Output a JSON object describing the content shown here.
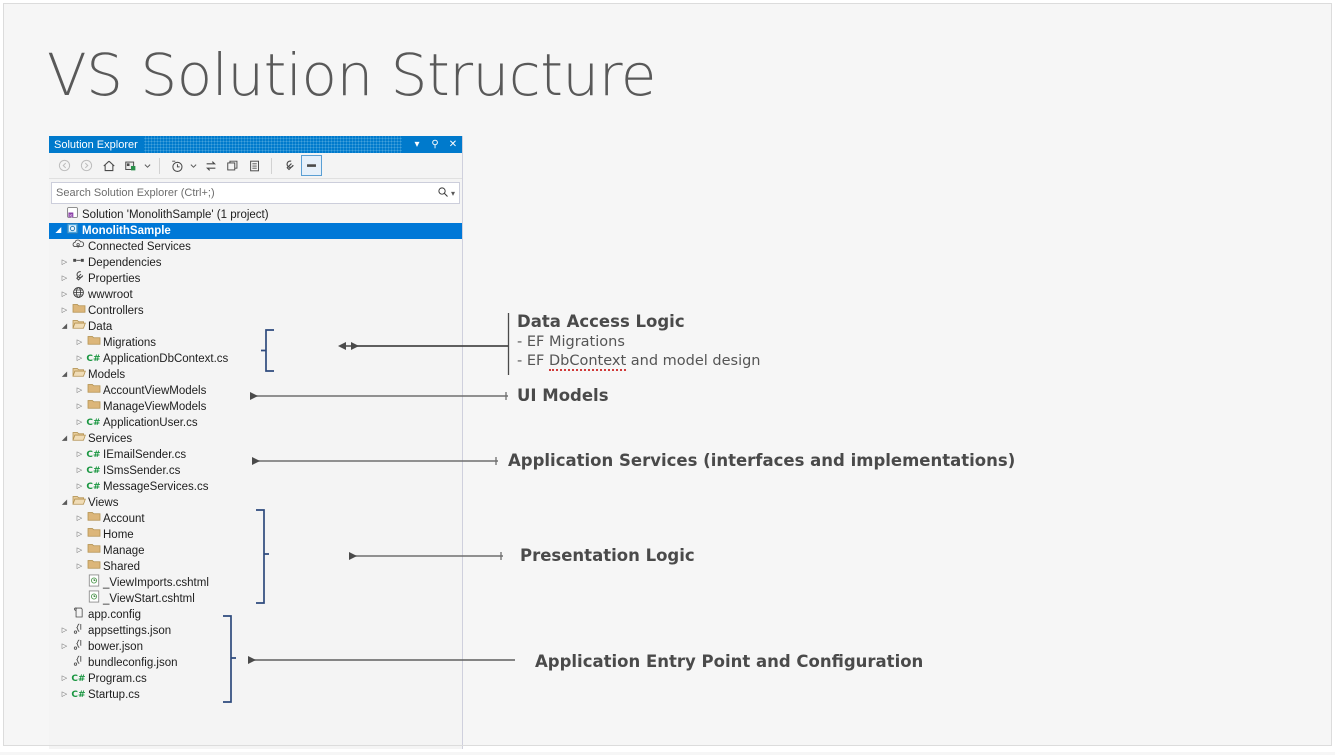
{
  "page": {
    "title": "VS Solution Structure",
    "background_color": "#f6f6f6"
  },
  "solution_explorer": {
    "titlebar": {
      "title": "Solution Explorer",
      "dropdown_icon": "▾",
      "pin_icon": "⚲",
      "close_icon": "✕",
      "accent_color": "#007acc"
    },
    "toolbar": {
      "buttons": [
        {
          "name": "back-button",
          "glyph": "◐",
          "enabled": false
        },
        {
          "name": "forward-button",
          "glyph": "◑",
          "enabled": false
        },
        {
          "name": "home-button",
          "glyph": "⌂",
          "enabled": true
        },
        {
          "name": "pending-changes-button",
          "glyph": "▤",
          "enabled": true
        },
        {
          "name": "pending-changes-dropdown",
          "glyph": "▾",
          "enabled": true
        },
        {
          "name": "show-all-files-button",
          "glyph": "◔",
          "enabled": true
        },
        {
          "name": "show-all-files-dropdown",
          "glyph": "▾",
          "enabled": true
        },
        {
          "name": "sync-with-active-document-button",
          "glyph": "⇆",
          "enabled": true
        },
        {
          "name": "refresh-button",
          "glyph": "❐",
          "enabled": true
        },
        {
          "name": "collapse-all-button",
          "glyph": "▣",
          "enabled": true
        },
        {
          "name": "properties-button",
          "glyph": "🔧",
          "enabled": true
        },
        {
          "name": "preview-selected-items-button",
          "glyph": "▬",
          "enabled": true,
          "boxed": true
        }
      ]
    },
    "search": {
      "placeholder": "Search Solution Explorer (Ctrl+;)",
      "magnifier_icon": "search-icon",
      "caret_icon": "▾"
    },
    "tree": [
      {
        "depth": 0,
        "expander": "",
        "icon": "solution-icon",
        "label": "Solution 'MonolithSample' (1 project)",
        "selected": false
      },
      {
        "depth": 0,
        "expander": "◢",
        "icon": "project-icon",
        "label": "MonolithSample",
        "selected": true
      },
      {
        "depth": 1,
        "expander": "",
        "icon": "connected-services-icon",
        "label": "Connected Services",
        "selected": false
      },
      {
        "depth": 1,
        "expander": "▷",
        "icon": "dependencies-icon",
        "label": "Dependencies",
        "selected": false
      },
      {
        "depth": 1,
        "expander": "▷",
        "icon": "wrench-icon",
        "label": "Properties",
        "selected": false
      },
      {
        "depth": 1,
        "expander": "▷",
        "icon": "globe-icon",
        "label": "wwwroot",
        "selected": false
      },
      {
        "depth": 1,
        "expander": "▷",
        "icon": "folder-icon",
        "label": "Controllers",
        "selected": false
      },
      {
        "depth": 1,
        "expander": "◢",
        "icon": "folder-open-icon",
        "label": "Data",
        "selected": false
      },
      {
        "depth": 2,
        "expander": "▷",
        "icon": "folder-icon",
        "label": "Migrations",
        "selected": false
      },
      {
        "depth": 2,
        "expander": "▷",
        "icon": "csharp-icon",
        "label": "ApplicationDbContext.cs",
        "selected": false
      },
      {
        "depth": 1,
        "expander": "◢",
        "icon": "folder-open-icon",
        "label": "Models",
        "selected": false
      },
      {
        "depth": 2,
        "expander": "▷",
        "icon": "folder-icon",
        "label": "AccountViewModels",
        "selected": false
      },
      {
        "depth": 2,
        "expander": "▷",
        "icon": "folder-icon",
        "label": "ManageViewModels",
        "selected": false
      },
      {
        "depth": 2,
        "expander": "▷",
        "icon": "csharp-icon",
        "label": "ApplicationUser.cs",
        "selected": false
      },
      {
        "depth": 1,
        "expander": "◢",
        "icon": "folder-open-icon",
        "label": "Services",
        "selected": false
      },
      {
        "depth": 2,
        "expander": "▷",
        "icon": "csharp-icon",
        "label": "IEmailSender.cs",
        "selected": false
      },
      {
        "depth": 2,
        "expander": "▷",
        "icon": "csharp-icon",
        "label": "ISmsSender.cs",
        "selected": false
      },
      {
        "depth": 2,
        "expander": "▷",
        "icon": "csharp-icon",
        "label": "MessageServices.cs",
        "selected": false
      },
      {
        "depth": 1,
        "expander": "◢",
        "icon": "folder-open-icon",
        "label": "Views",
        "selected": false
      },
      {
        "depth": 2,
        "expander": "▷",
        "icon": "folder-icon",
        "label": "Account",
        "selected": false
      },
      {
        "depth": 2,
        "expander": "▷",
        "icon": "folder-icon",
        "label": "Home",
        "selected": false
      },
      {
        "depth": 2,
        "expander": "▷",
        "icon": "folder-icon",
        "label": "Manage",
        "selected": false
      },
      {
        "depth": 2,
        "expander": "▷",
        "icon": "folder-icon",
        "label": "Shared",
        "selected": false
      },
      {
        "depth": 2,
        "expander": "",
        "icon": "cshtml-icon",
        "label": "_ViewImports.cshtml",
        "selected": false
      },
      {
        "depth": 2,
        "expander": "",
        "icon": "cshtml-icon",
        "label": "_ViewStart.cshtml",
        "selected": false
      },
      {
        "depth": 1,
        "expander": "",
        "icon": "config-icon",
        "label": "app.config",
        "selected": false
      },
      {
        "depth": 1,
        "expander": "▷",
        "icon": "json-icon",
        "label": "appsettings.json",
        "selected": false
      },
      {
        "depth": 1,
        "expander": "▷",
        "icon": "json-icon",
        "label": "bower.json",
        "selected": false
      },
      {
        "depth": 1,
        "expander": "",
        "icon": "json-icon",
        "label": "bundleconfig.json",
        "selected": false
      },
      {
        "depth": 1,
        "expander": "▷",
        "icon": "csharp-icon",
        "label": "Program.cs",
        "selected": false
      },
      {
        "depth": 1,
        "expander": "▷",
        "icon": "csharp-icon",
        "label": "Startup.cs",
        "selected": false
      }
    ]
  },
  "annotations": [
    {
      "name": "data-access-logic",
      "heading": "Data Access Logic",
      "lines": [
        "- EF Migrations",
        "- EF DbContext and model design"
      ],
      "misspelled_word": "DbContext"
    },
    {
      "name": "ui-models",
      "heading": "UI Models",
      "lines": []
    },
    {
      "name": "application-services",
      "heading": "Application Services (interfaces and implementations)",
      "lines": []
    },
    {
      "name": "presentation-logic",
      "heading": "Presentation Logic",
      "lines": []
    },
    {
      "name": "application-entry-point",
      "heading": "Application Entry Point and Configuration",
      "lines": []
    }
  ],
  "colors": {
    "accent": "#007acc",
    "selection": "#0078d7",
    "bracket": "#2e4a7d",
    "arrow": "#4a4a4a",
    "folder": "#dcb67a",
    "csharp": "#1a9641",
    "spellcheck": "#d03a3a"
  }
}
